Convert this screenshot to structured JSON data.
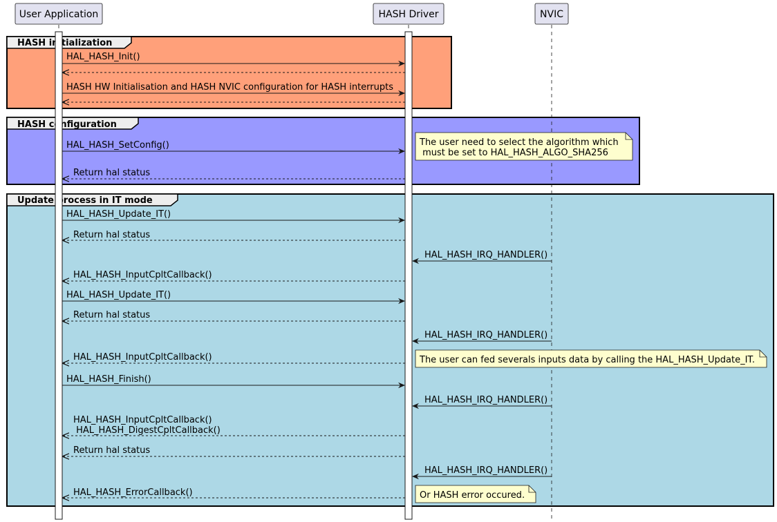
{
  "participants": [
    {
      "id": "app",
      "label": "User Application"
    },
    {
      "id": "drv",
      "label": "HASH Driver"
    },
    {
      "id": "nvic",
      "label": "NVIC"
    }
  ],
  "colors": {
    "init": "#ffa07a",
    "config": "#9999ff",
    "update": "#add8e6",
    "participant_fill": "#e2e2f0",
    "note_fill": "#fefece"
  },
  "groups": [
    {
      "id": "init",
      "title": "HASH initialization"
    },
    {
      "id": "config",
      "title": "HASH configuration"
    },
    {
      "id": "update",
      "title": "Update  process in IT mode"
    }
  ],
  "messages": [
    {
      "label": "HAL_HASH_Init()",
      "style": "solid"
    },
    {
      "label": "",
      "style": "dashed"
    },
    {
      "label": "HASH HW Initialisation and HASH NVIC configuration for HASH interrupts",
      "style": "solid"
    },
    {
      "label": "",
      "style": "dashed"
    },
    {
      "label": "HAL_HASH_SetConfig()",
      "style": "solid"
    },
    {
      "label": "Return hal status",
      "style": "dashed"
    },
    {
      "label": "HAL_HASH_Update_IT()",
      "style": "solid"
    },
    {
      "label": "Return hal status",
      "style": "dashed"
    },
    {
      "label": "HAL_HASH_IRQ_HANDLER()",
      "style": "solid"
    },
    {
      "label": "HAL_HASH_InputCpltCallback()",
      "style": "dashed"
    },
    {
      "label": "HAL_HASH_Update_IT()",
      "style": "solid"
    },
    {
      "label": "Return hal status",
      "style": "dashed"
    },
    {
      "label": "HAL_HASH_IRQ_HANDLER()",
      "style": "solid"
    },
    {
      "label": "HAL_HASH_InputCpltCallback()",
      "style": "dashed"
    },
    {
      "label": "HAL_HASH_Finish()",
      "style": "solid"
    },
    {
      "label": "HAL_HASH_IRQ_HANDLER()",
      "style": "solid"
    },
    {
      "label": "HAL_HASH_InputCpltCallback()",
      "label2": " HAL_HASH_DigestCpltCallback()",
      "style": "dashed"
    },
    {
      "label": "Return hal status",
      "style": "dashed"
    },
    {
      "label": "HAL_HASH_IRQ_HANDLER()",
      "style": "solid"
    },
    {
      "label": "HAL_HASH_ErrorCallback()",
      "style": "dashed"
    }
  ],
  "notes": [
    {
      "line1": "The user need to select the algorithm which",
      "line2": " must be set to HAL_HASH_ALGO_SHA256"
    },
    {
      "line1": "The user can fed severals inputs data by calling the HAL_HASH_Update_IT."
    },
    {
      "line1": "Or HASH error occured."
    }
  ]
}
